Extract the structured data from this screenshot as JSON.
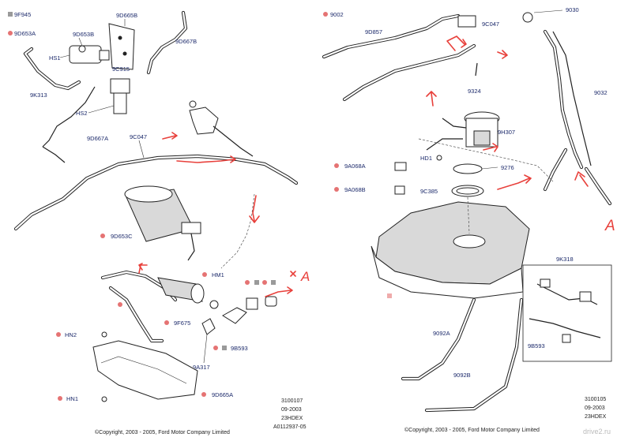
{
  "left_panel": {
    "legend": [
      {
        "marker": "grey-square",
        "label": "9F945"
      },
      {
        "marker": "red-dot",
        "label": "9D653A"
      }
    ],
    "labels": {
      "9D665B": "9D665B",
      "9D653B": "9D653B",
      "HS1": "HS1",
      "9D667B": "9D667B",
      "9C915": "9C915",
      "9K313": "9K313",
      "HS2": "HS2",
      "9D667A": "9D667A",
      "9C047": "9C047",
      "9D653C": "9D653C",
      "HM1": "HM1",
      "9F675": "9F675",
      "HN2": "HN2",
      "9B593": "9B593",
      "9A317": "9A317",
      "HN1": "HN1",
      "9D665A": "9D665A"
    },
    "handwritten": "A",
    "ref": [
      "3100107",
      "09-2003",
      "23HDEX",
      "A0112937-05"
    ],
    "copyright": "©Copyright, 2003 - 2005, Ford Motor Company Limited"
  },
  "right_panel": {
    "legend": [
      {
        "marker": "red-dot",
        "label": "9002"
      }
    ],
    "labels": {
      "9030": "9030",
      "9D857": "9D857",
      "9C047": "9C047",
      "9324": "9324",
      "9032": "9032",
      "9H307": "9H307",
      "HD1": "HD1",
      "9276": "9276",
      "9A068A": "9A068A",
      "9A068B": "9A068B",
      "9C385": "9C385",
      "9K318": "9K318",
      "9B593": "9B593",
      "9092A": "9092A",
      "9092B": "9092B"
    },
    "handwritten": "A",
    "ref": [
      "3100105",
      "09-2003",
      "23HDEX"
    ],
    "copyright": "©Copyright, 2003 - 2005, Ford Motor Company Limited",
    "watermark": "drive2.ru"
  },
  "colors": {
    "label_blue": "#1c2a6b",
    "annotation_red": "#e8403b",
    "marker_grey": "#9a9a9a",
    "marker_red": "#e57373"
  }
}
